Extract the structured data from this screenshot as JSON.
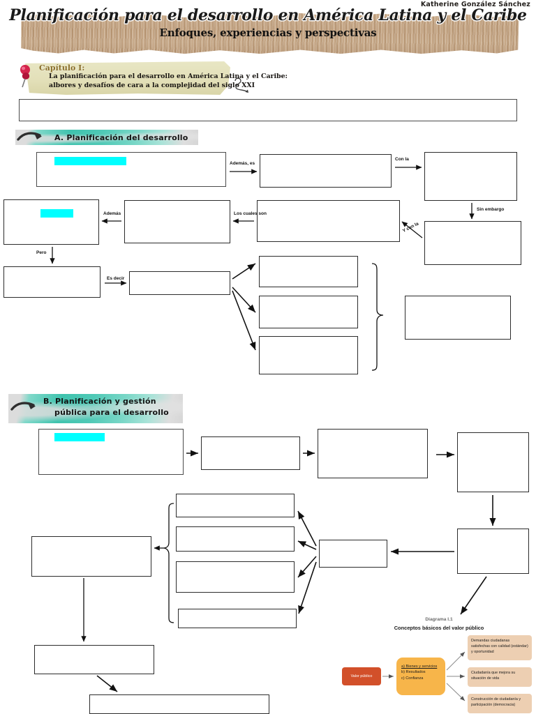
{
  "author": "Katherine González Sánchez",
  "banner": {
    "title": "Planificación para el desarrollo en América Latina y el Caribe",
    "subtitle": "Enfoques, experiencias y perspectivas"
  },
  "chapter": {
    "label": "Capítulo I:",
    "line1": "La planificación para el desarrollo en América Latina y el Caribe:",
    "line2": "albores y desafíos de cara a la complejidad del siglo XXI",
    "pin_icon": "pushpin-icon",
    "curly_arrow_icon": "curly-arrow-icon"
  },
  "sections": [
    {
      "id": "a",
      "label": "A. Planificación del desarrollo",
      "arrow_icon": "arrow-right-icon"
    },
    {
      "id": "b",
      "label_line1": "B. Planificación y gestión",
      "label_line2": "pública para el desarrollo",
      "arrow_icon": "arrow-right-icon"
    }
  ],
  "connector_labels": {
    "ademas_es": "Además, es",
    "con_la": "Con la",
    "sin_embargo": "Sin embargo",
    "los_cuales_son": "Los cuales son",
    "ademas": "Además",
    "y_con_la": "Y con la",
    "pero": "Pero",
    "es_decir": "Es decir"
  },
  "highlight_color": "#00ffff",
  "boxes": {
    "intro": "",
    "a1": "",
    "a2": "",
    "a3": "",
    "a4": "",
    "a5": "",
    "a6": "",
    "a7": "",
    "a8": "",
    "a9": "",
    "a10": "",
    "a11": "",
    "a12": "",
    "a13": "",
    "b1": "",
    "b2": "",
    "b3": "",
    "b4": "",
    "b5": "",
    "b6": "",
    "b7": "",
    "b8": "",
    "b9": "",
    "b10": "",
    "b11": "",
    "b12": ""
  },
  "diagram": {
    "number": "Diagrama I.1",
    "title": "Conceptos básicos del valor público",
    "source_node": "Valor público",
    "middle_node": "a) Bienes y servicios\nb) Resultados\nc) Confianza",
    "middle_lines": [
      "a) Bienes y servicios",
      "b) Resultados",
      "c) Confianza"
    ],
    "outcomes": [
      "Demandas ciudadanas satisfechas con calidad (estándar) y oportunidad",
      "Ciudadanía que mejora su situación de vida",
      "Construcción de ciudadanía y participación (democracia)"
    ],
    "colors": {
      "source": "#d2502a",
      "middle": "#f7b54a",
      "outcome": "#edcfb2"
    }
  }
}
